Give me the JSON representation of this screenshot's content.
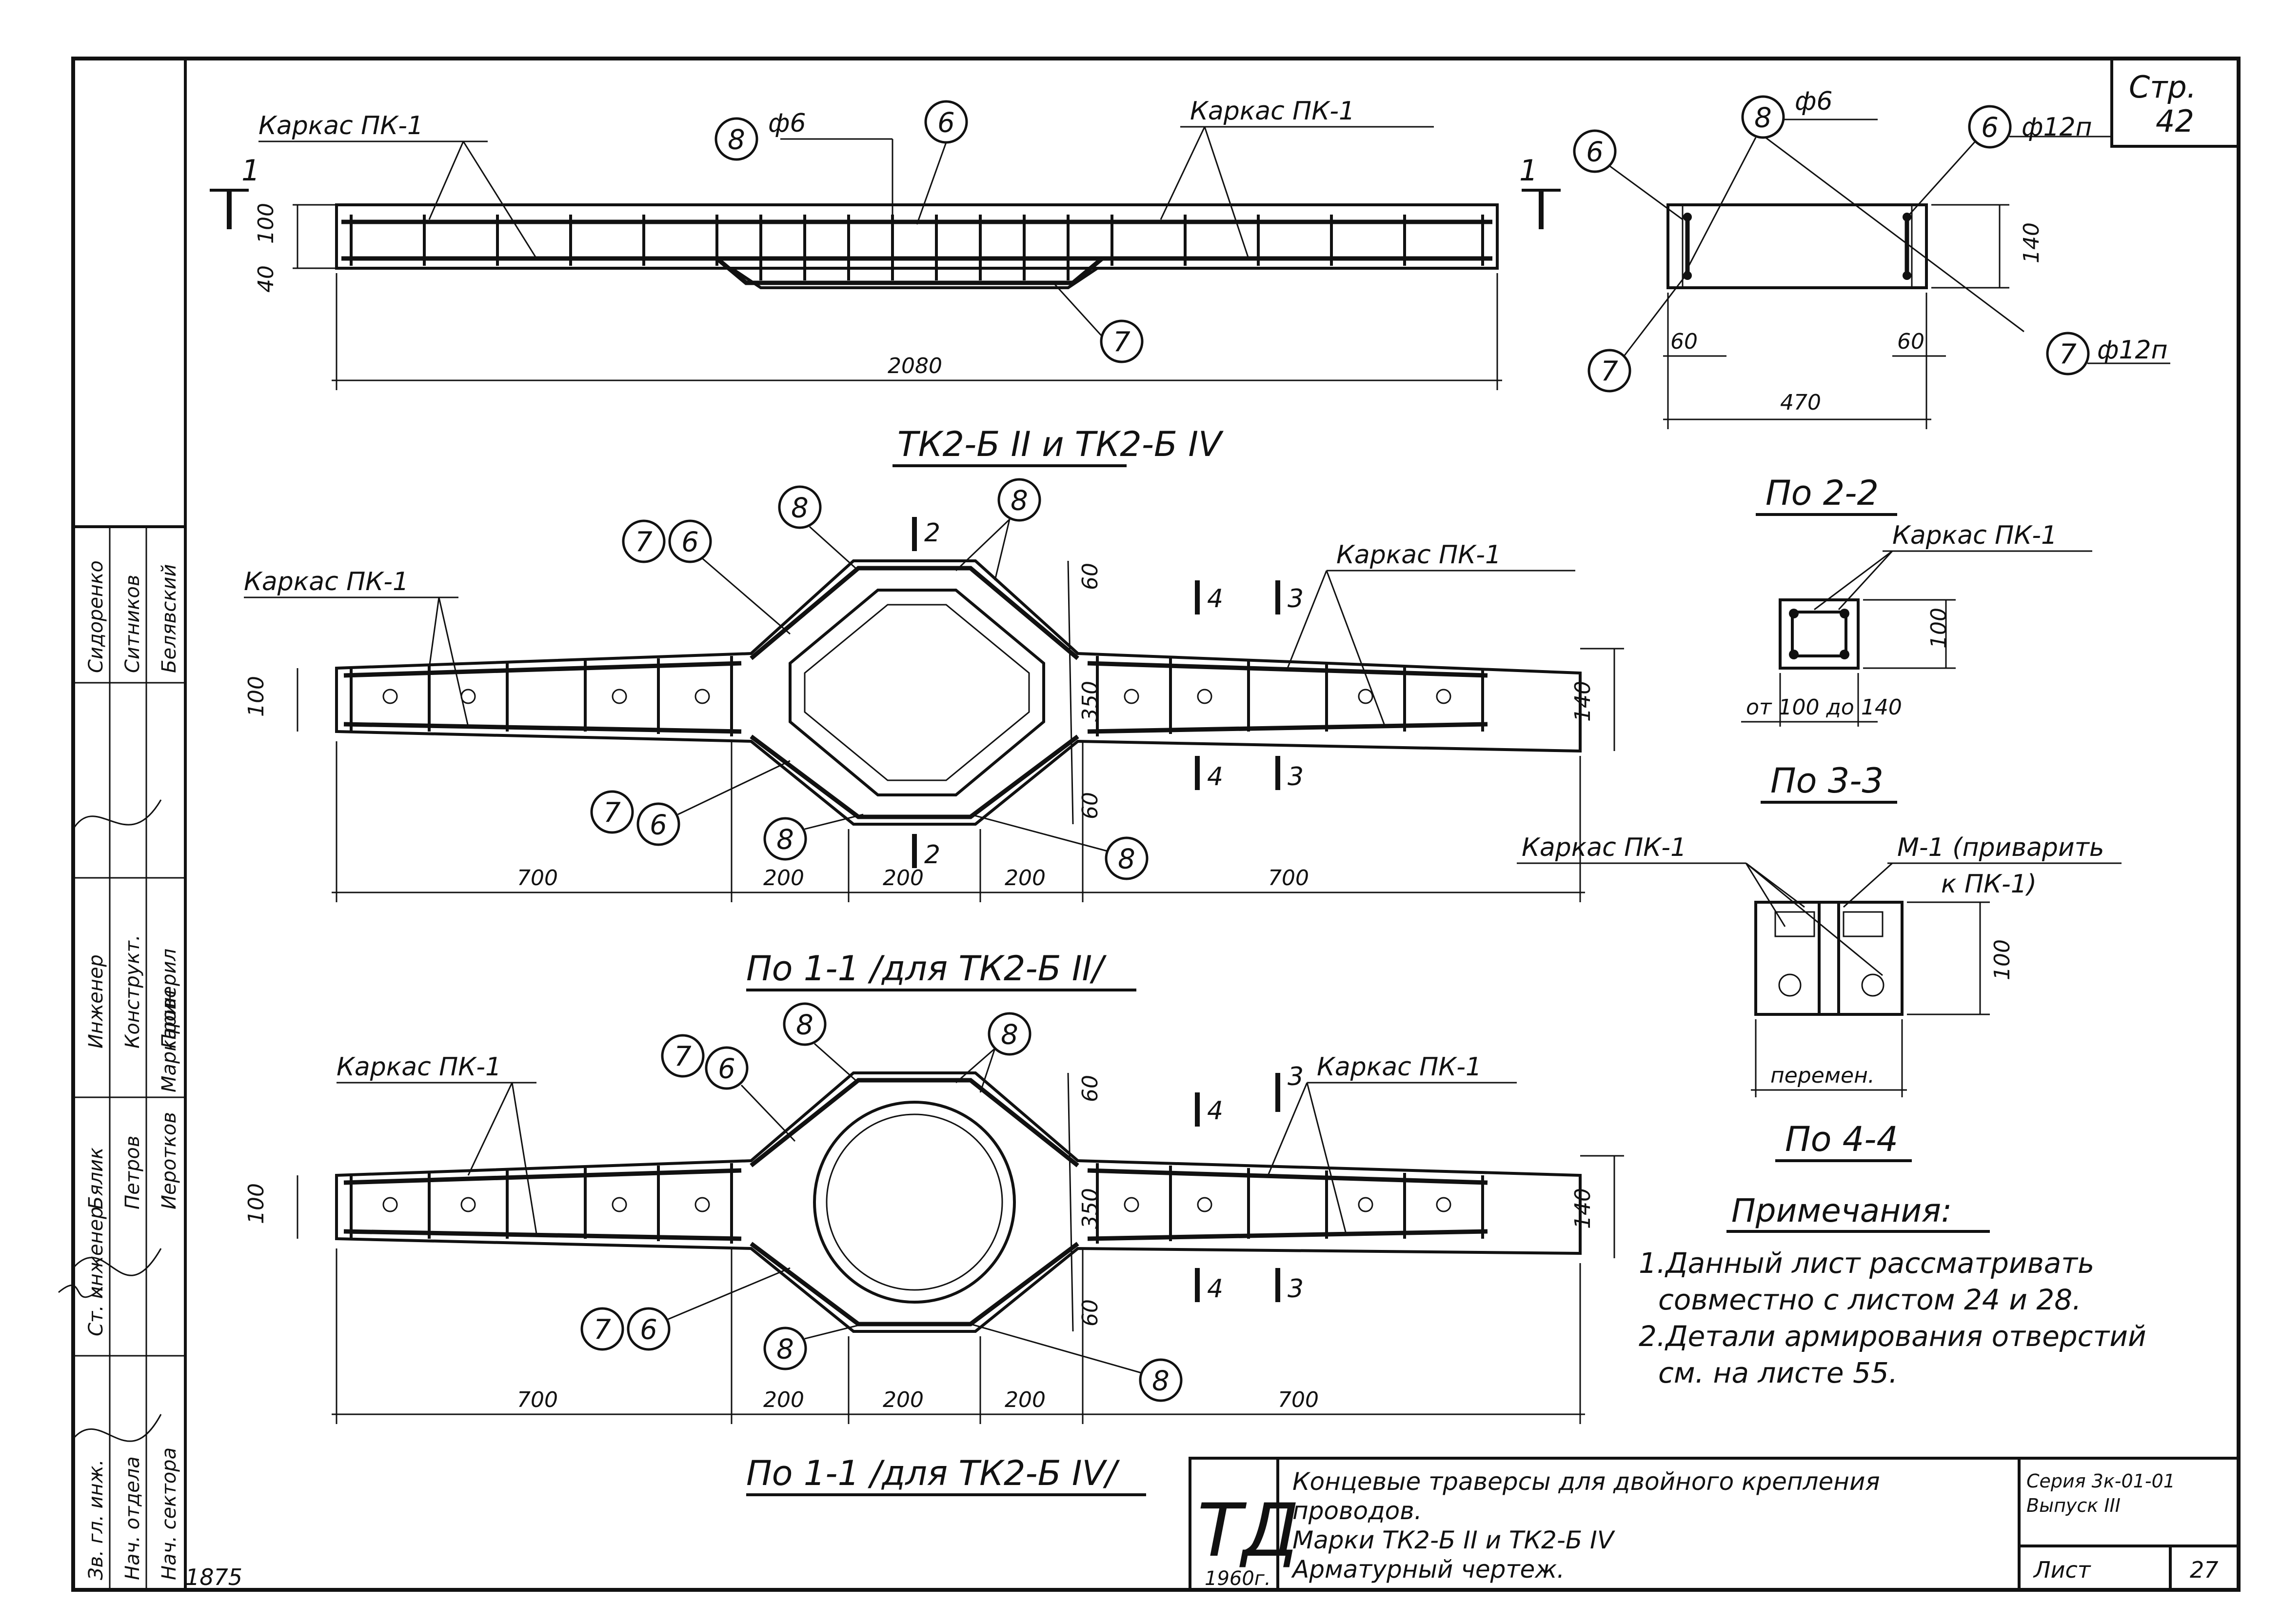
{
  "sheet": {
    "page_label": "Стр.",
    "page_number": "42",
    "signature_mark": "1875"
  },
  "title_block": {
    "logo": "ТД",
    "year": "1960г.",
    "description_lines": [
      "Концевые траверсы для двойного крепления",
      "проводов.",
      "Марки ТК2-Б II  и  ТК2-Б IV",
      "Арматурный чертеж."
    ],
    "series": "Серия 3к-01-01",
    "issue": "Выпуск III",
    "sheet_label": "Лист",
    "sheet_number": "27"
  },
  "side_stamp": {
    "roles": [
      "Зв. гл. инж.",
      "Нач. отдела",
      "Нач. сектора",
      "Ст. инженер",
      "Бялик",
      "Петров",
      "Иеротков",
      "Маркарин",
      "Инженер",
      "Конструкт.",
      "Проверил",
      "Сидоренко",
      "Ситников",
      "Белявский"
    ]
  },
  "top_view": {
    "section_marker_left": "1",
    "section_marker_right": "1",
    "frame_label_left": "Каркас ПК-1",
    "frame_label_right": "Каркас ПК-1",
    "bar8_label": "ф6",
    "dim_height_a": "100",
    "dim_height_b": "40",
    "dim_length": "2080",
    "callouts": [
      "8",
      "6",
      "7"
    ]
  },
  "cross_section": {
    "bar8_label": "ф6",
    "bar6_label": "ф12п",
    "bar7_label": "ф12п",
    "dim_left": "60",
    "dim_right": "60",
    "dim_width": "470",
    "dim_height": "140",
    "callouts": [
      "6",
      "8",
      "6",
      "7",
      "7"
    ]
  },
  "title_main": "ТК2-Б II и ТК2-Б IV",
  "plan1": {
    "caption": "По 1-1 /для ТК2-Б II/",
    "frame_label_left": "Каркас ПК-1",
    "frame_label_right": "Каркас ПК-1",
    "section_2": "2",
    "section_3": "3",
    "section_4": "4",
    "dim_left": "700",
    "dim_mid1": "200",
    "dim_mid2": "200",
    "dim_mid3": "200",
    "dim_right": "700",
    "dim_top": "60",
    "dim_bottom": "60",
    "dim_center": "350",
    "dim_end_left": "100",
    "dim_end_right": "140",
    "callouts": [
      "8",
      "8",
      "7",
      "6",
      "7",
      "6",
      "8",
      "8"
    ]
  },
  "plan2": {
    "caption": "По 1-1 /для ТК2-Б IV/",
    "frame_label_left": "Каркас ПК-1",
    "frame_label_right": "Каркас ПК-1",
    "section_3": "3",
    "section_4": "4",
    "dim_left": "700",
    "dim_mid1": "200",
    "dim_mid2": "200",
    "dim_mid3": "200",
    "dim_right": "700",
    "dim_top": "60",
    "dim_bottom": "60",
    "dim_center": "350",
    "dim_end_left": "100",
    "dim_end_right": "140",
    "callouts": [
      "8",
      "8",
      "7",
      "6",
      "7",
      "6",
      "8",
      "8"
    ]
  },
  "section22": {
    "caption": "По 2-2",
    "frame_label": "Каркас ПК-1",
    "dim_height": "100",
    "dim_width": "от 100 до 140"
  },
  "section33": {
    "caption": "По 3-3",
    "frame_label": "Каркас ПК-1",
    "m1_label": "М-1 (приварить",
    "m1_label_2": "к ПК-1)",
    "dim_height": "100",
    "dim_width": "перемен."
  },
  "section44": {
    "caption": "По 4-4"
  },
  "notes": {
    "heading": "Примечания:",
    "lines": [
      "1.Данный лист рассматривать",
      "совместно с листом 24 и 28.",
      "2.Детали армирования отверстий",
      "см. на листе 55."
    ]
  }
}
